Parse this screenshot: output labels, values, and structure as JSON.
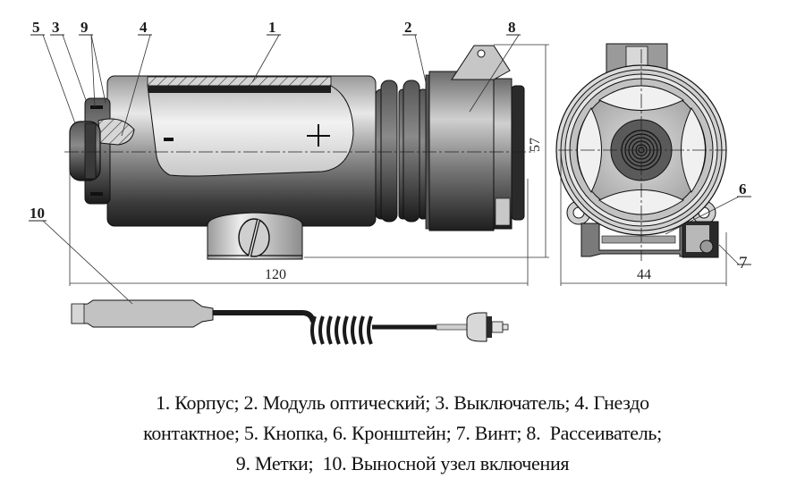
{
  "callouts": {
    "c1": "1",
    "c2": "2",
    "c3": "3",
    "c4": "4",
    "c5": "5",
    "c6": "6",
    "c7": "7",
    "c8": "8",
    "c9": "9",
    "c10": "10"
  },
  "body_marks": {
    "minus": "-",
    "plus": "+"
  },
  "dimensions": {
    "length": "120",
    "height": "57",
    "width": "44"
  },
  "caption": {
    "line1": "1. Корпус; 2. Модуль оптический; 3. Выключатель; 4. Гнездо",
    "line2": "контактное; 5. Кнопка, 6. Кронштейн; 7. Винт; 8.  Рассеиватель;",
    "line3": "9. Метки;  10. Выносной узел включения"
  },
  "colors": {
    "ink": "#1a1a1a",
    "body_dark": "#2e2e2e",
    "body_light": "#d8d8d8",
    "background": "#ffffff"
  }
}
